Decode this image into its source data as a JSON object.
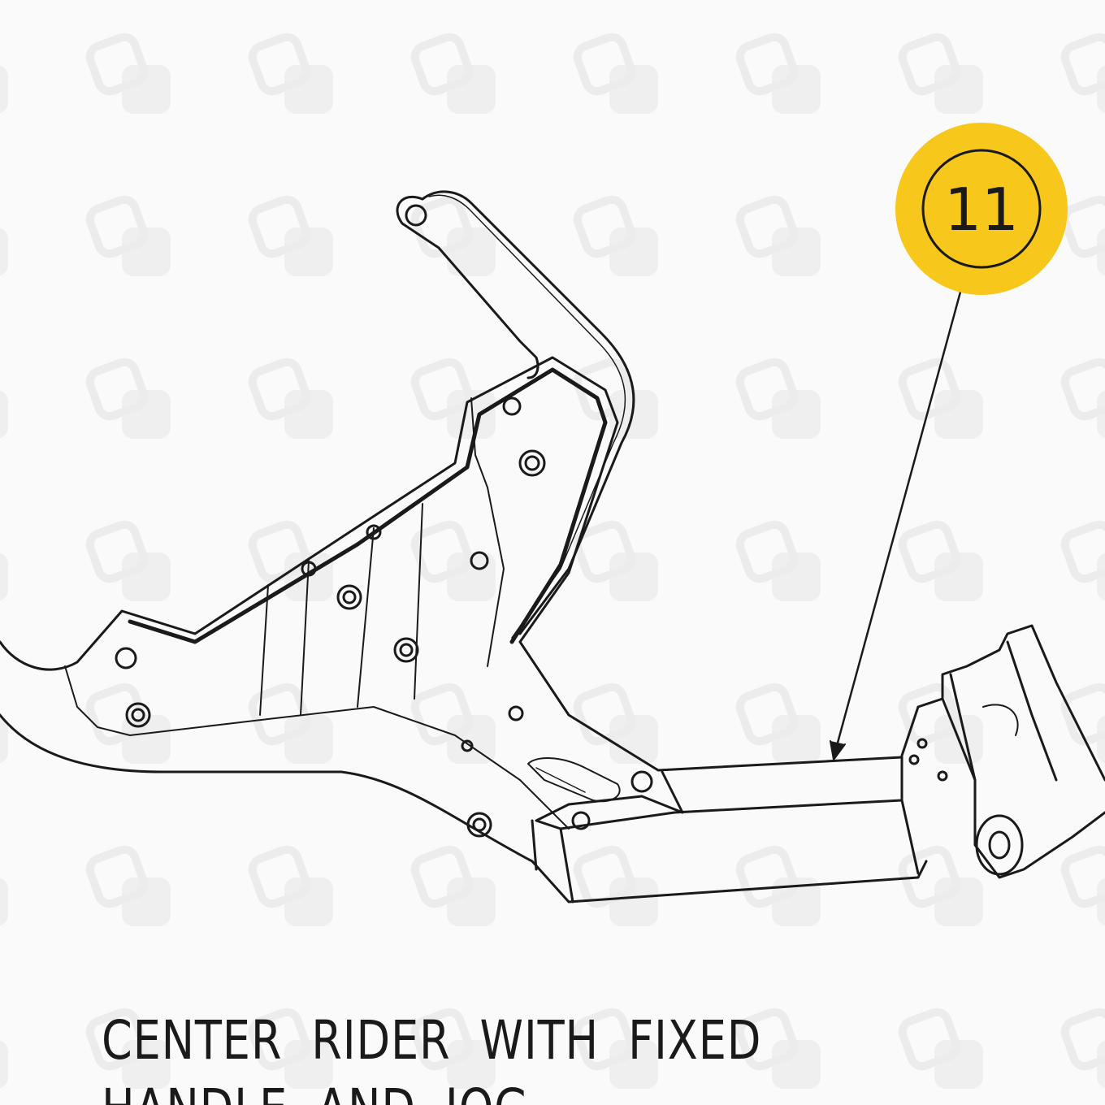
{
  "diagram": {
    "caption_line1": "CENTER RIDER WITH FIXED",
    "caption_line2": "HANDLE AND JOG",
    "callout": {
      "label": "11",
      "color": "#f7c81b"
    },
    "line_color": "#1a1a1a",
    "background": "#fafafa",
    "watermark_icon": "rounded-square-logo"
  }
}
